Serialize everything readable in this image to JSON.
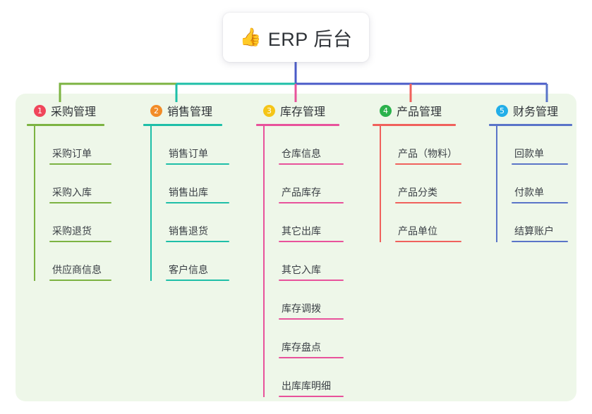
{
  "root": {
    "icon": "thumbs-up-icon",
    "emoji": "👍",
    "title": "ERP 后台"
  },
  "theme": {
    "panel_bg": "#eef7e9",
    "page_bg": "#ffffff",
    "root_stem": "#4a5bc8",
    "text": "#2f3338"
  },
  "columns": [
    {
      "number": "1",
      "title": "采购管理",
      "badge_color": "#f0465b",
      "line_color": "#7cb342",
      "items": [
        {
          "label": "采购订单"
        },
        {
          "label": "采购入库"
        },
        {
          "label": "采购退货"
        },
        {
          "label": "供应商信息"
        }
      ]
    },
    {
      "number": "2",
      "title": "销售管理",
      "badge_color": "#f28c28",
      "line_color": "#1ebfa8",
      "items": [
        {
          "label": "销售订单"
        },
        {
          "label": "销售出库"
        },
        {
          "label": "销售退货"
        },
        {
          "label": "客户信息"
        }
      ]
    },
    {
      "number": "3",
      "title": "库存管理",
      "badge_color": "#f5c518",
      "line_color": "#e8529b",
      "items": [
        {
          "label": "仓库信息"
        },
        {
          "label": "产品库存"
        },
        {
          "label": "其它出库"
        },
        {
          "label": "其它入库"
        },
        {
          "label": "库存调拨"
        },
        {
          "label": "库存盘点"
        },
        {
          "label": "出库库明细"
        }
      ]
    },
    {
      "number": "4",
      "title": "产品管理",
      "badge_color": "#2bb24c",
      "line_color": "#f0615c",
      "items": [
        {
          "label": "产品（物料）"
        },
        {
          "label": "产品分类"
        },
        {
          "label": "产品单位"
        }
      ]
    },
    {
      "number": "5",
      "title": "财务管理",
      "badge_color": "#22aee8",
      "line_color": "#5a74c8",
      "items": [
        {
          "label": "回款单"
        },
        {
          "label": "付款单"
        },
        {
          "label": "结算账户"
        }
      ]
    }
  ]
}
